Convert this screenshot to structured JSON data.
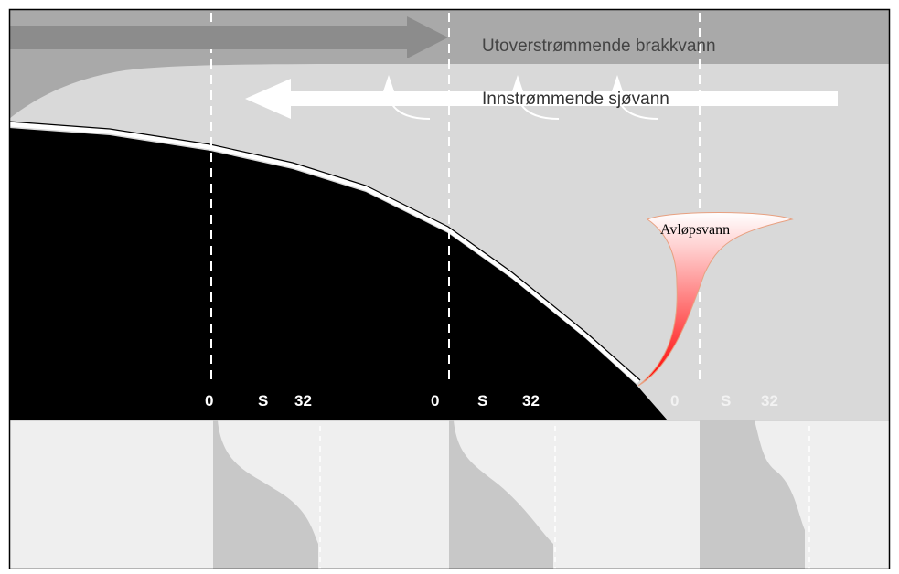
{
  "labels": {
    "outflow": "Utoverstrømmende  brakkvann",
    "inflow": "Innstrømmende  sjøvann",
    "sewage": "Avløpsvann"
  },
  "salinity_axes": [
    {
      "zero": "0",
      "symbol": "S",
      "max": "32"
    },
    {
      "zero": "0",
      "symbol": "S",
      "max": "32"
    },
    {
      "zero": "0",
      "symbol": "S",
      "max": "32"
    }
  ],
  "colors": {
    "brackish_layer": "#a9a9a9",
    "seawater": "#d9d9d9",
    "lower_panel": "#efefef",
    "profile_fill": "#c8c8c8",
    "seabed": "#000000",
    "sewage_plume": "#ff1a1a",
    "arrow_dark": "#8c8c8c",
    "arrow_light": "#ffffff"
  }
}
